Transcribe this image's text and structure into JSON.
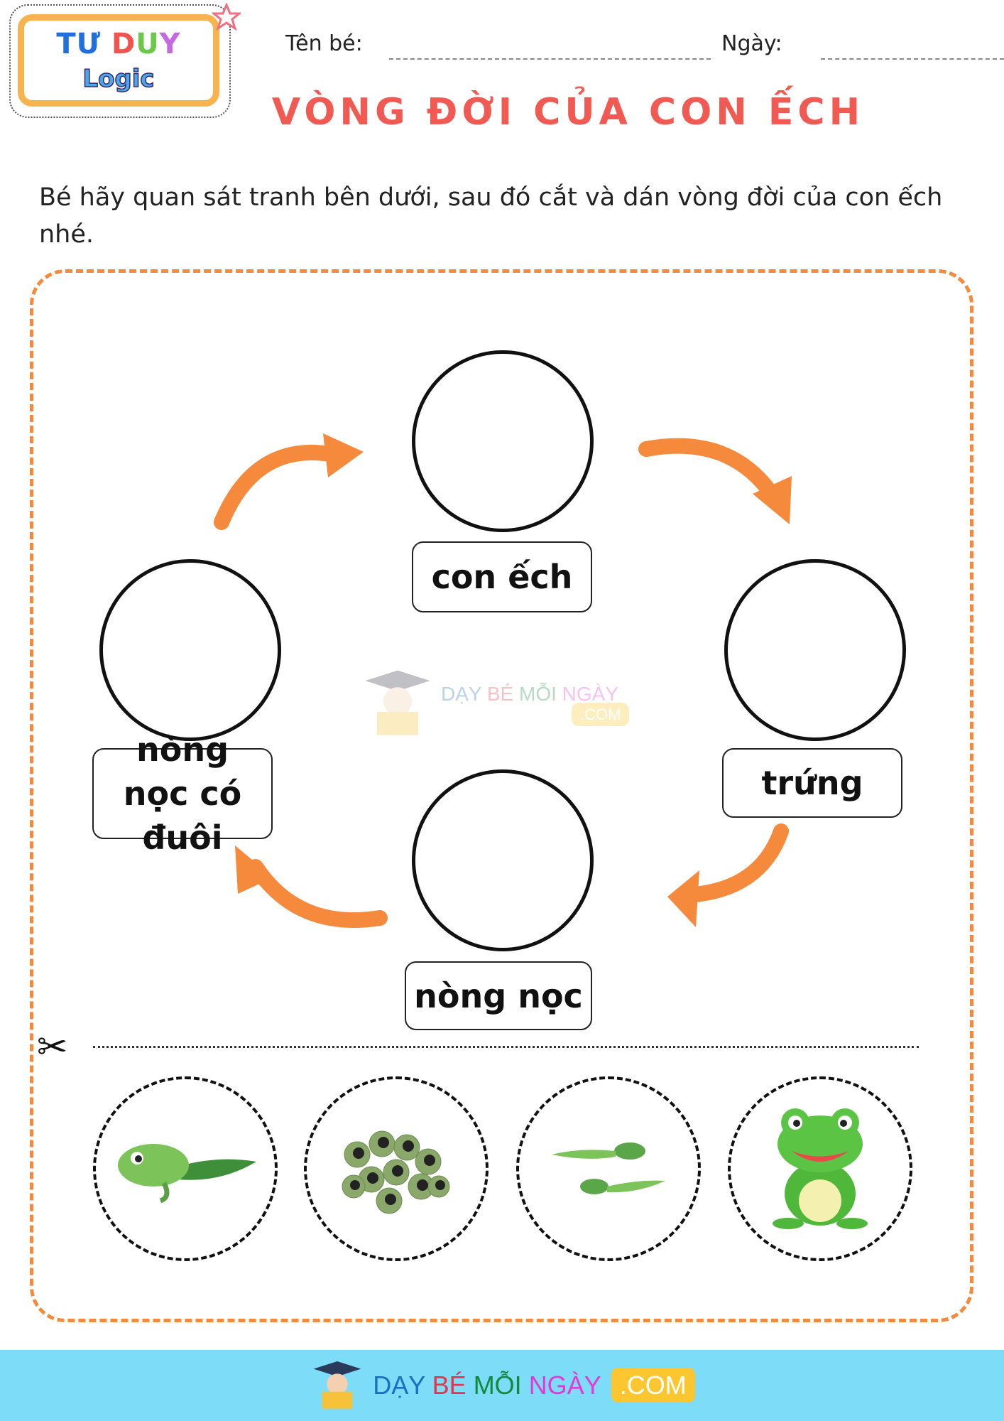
{
  "logo": {
    "line1": [
      "TƯ ",
      "D",
      "U",
      "Y"
    ],
    "line2": "Logic",
    "colors": [
      "#1f6fe0",
      "#f5d03a",
      "#f0544c",
      "#6cc84a",
      "#c46ae0"
    ]
  },
  "header": {
    "name_label": "Tên bé:",
    "date_label": "Ngày:"
  },
  "title": "VÒNG ĐỜI CỦA CON ẾCH",
  "instruction": "Bé hãy quan sát tranh bên dưới, sau đó cắt và dán vòng đời của con ếch nhé.",
  "cycle": {
    "labels": [
      "con ếch",
      "trứng",
      "nòng nọc",
      "nòng nọc có đuôi"
    ],
    "arrow_color": "#f58a3c"
  },
  "cutouts": [
    {
      "icon": "tadpole-with-legs-icon"
    },
    {
      "icon": "frog-eggs-icon"
    },
    {
      "icon": "tadpoles-icon"
    },
    {
      "icon": "frog-icon"
    }
  ],
  "watermark": {
    "words": [
      "DẠY ",
      "BÉ ",
      "MỖI ",
      "NGÀY"
    ],
    "com": ".COM"
  },
  "footer": {
    "words": [
      "DẠY ",
      "BÉ ",
      "MỖI ",
      "NGÀY"
    ],
    "com": ".COM",
    "word_colors": [
      "#1a6fc0",
      "#e8344a",
      "#15893a",
      "#e23ad8"
    ],
    "background": "#7ddcf8"
  }
}
